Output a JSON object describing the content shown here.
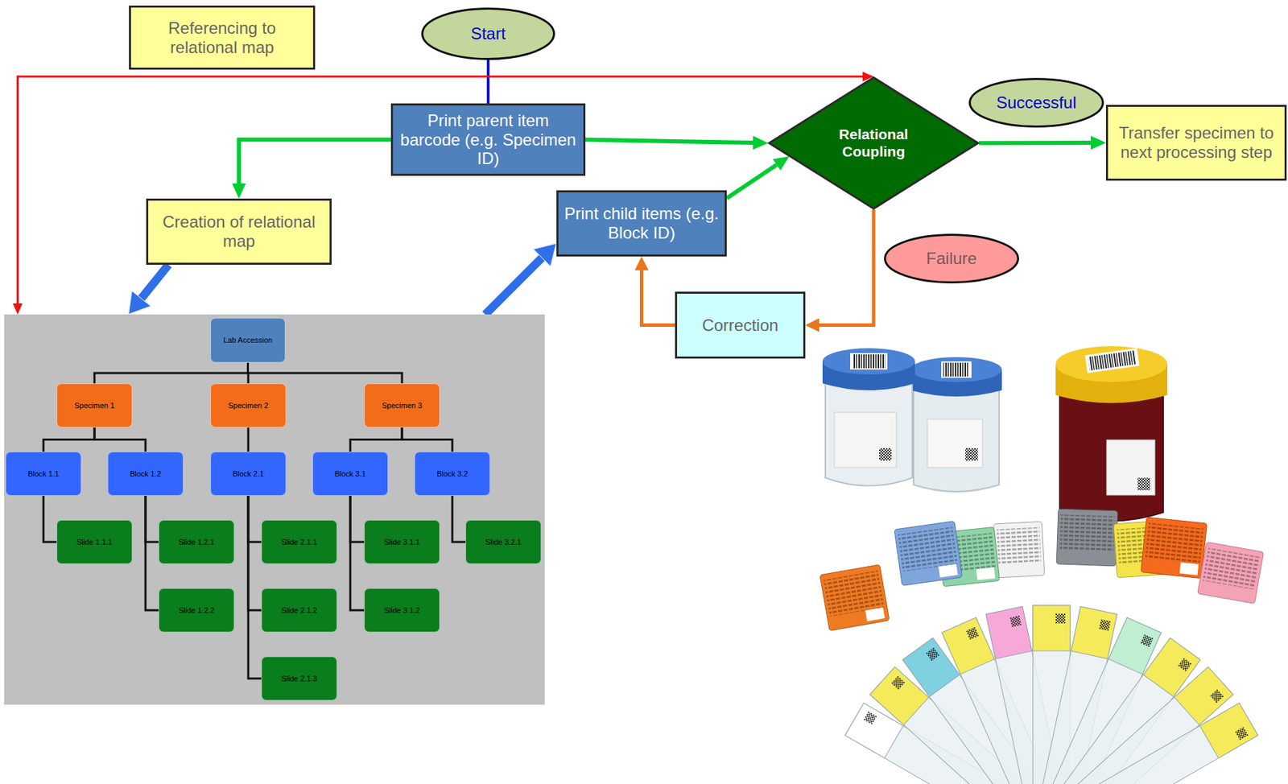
{
  "diagram": {
    "nodes": [
      {
        "text": [
          "Referencing to relational map"
        ]
      },
      {
        "text": [
          "Start"
        ]
      },
      {
        "text": [
          "Print parent item barcode (e.g. Specimen ID)"
        ]
      },
      {
        "text": [
          "Relational Coupling"
        ]
      },
      {
        "text": [
          "Successful"
        ]
      },
      {
        "text": [
          "Transfer specimen to next processing step"
        ]
      },
      {
        "text": [
          "Creation of relational map"
        ]
      },
      {
        "text": [
          "Print child items (e.g. Block ID)"
        ]
      },
      {
        "text": [
          "Failure"
        ]
      },
      {
        "text": [
          "Correction"
        ]
      },
      {
        "text": []
      },
      {
        "text": [
          "Lab Accession"
        ],
        "in": 10
      },
      {
        "text": [
          "Specimen 1"
        ],
        "in": 10
      },
      {
        "text": [
          "Specimen 2"
        ],
        "in": 10
      },
      {
        "text": [
          "Specimen 3"
        ],
        "in": 10
      },
      {
        "text": [
          "Block 1.1"
        ],
        "in": 10
      },
      {
        "text": [
          "Block 1.2"
        ],
        "in": 10
      },
      {
        "text": [
          "Block 2.1"
        ],
        "in": 10
      },
      {
        "text": [
          "Block 3.1"
        ],
        "in": 10
      },
      {
        "text": [
          "Block 3.2"
        ],
        "in": 10
      },
      {
        "text": [
          "Slide 1.1.1"
        ],
        "in": 10
      },
      {
        "text": [
          "Slide 1.2.1"
        ],
        "in": 10
      },
      {
        "text": [
          "Slide 2.1.1"
        ],
        "in": 10
      },
      {
        "text": [
          "Slide 3.1.1"
        ],
        "in": 10
      },
      {
        "text": [
          "Slide 3.2.1"
        ],
        "in": 10
      },
      {
        "text": [
          "Slide 1.2.2"
        ],
        "in": 10
      },
      {
        "text": [
          "Slide 2.1.2"
        ],
        "in": 10
      },
      {
        "text": [
          "Slide 3.1.2"
        ],
        "in": 10
      },
      {
        "text": [
          "Slide 2.1.3"
        ],
        "in": 10
      }
    ],
    "edges": [
      {
        "from": 1,
        "to": 2,
        "arrow": "none"
      },
      {
        "from": 2,
        "to": 6,
        "arrow": "to"
      },
      {
        "from": 2,
        "to": 3,
        "arrow": "to"
      },
      {
        "from": 7,
        "to": 3,
        "arrow": "to"
      },
      {
        "from": 3,
        "to": 5,
        "arrow": "to"
      },
      {
        "from": 3,
        "to": 9,
        "arrow": "to"
      },
      {
        "from": 9,
        "to": 7,
        "arrow": "to"
      },
      {
        "from": 10,
        "to": 3,
        "arrow": "both"
      },
      {
        "from": 6,
        "to": 10,
        "arrow": "to"
      },
      {
        "from": 10,
        "to": 7,
        "arrow": "to"
      },
      {
        "from": 11,
        "to": 12,
        "arrow": "none"
      },
      {
        "from": 11,
        "to": 13,
        "arrow": "none"
      },
      {
        "from": 11,
        "to": 14,
        "arrow": "none"
      },
      {
        "from": 12,
        "to": 15,
        "arrow": "none"
      },
      {
        "from": 12,
        "to": 16,
        "arrow": "none"
      },
      {
        "from": 13,
        "to": 17,
        "arrow": "none"
      },
      {
        "from": 14,
        "to": 18,
        "arrow": "none"
      },
      {
        "from": 14,
        "to": 19,
        "arrow": "none"
      },
      {
        "from": 15,
        "to": 20,
        "arrow": "none"
      },
      {
        "from": 16,
        "to": 21,
        "arrow": "none"
      },
      {
        "from": 16,
        "to": 25,
        "arrow": "none"
      },
      {
        "from": 17,
        "to": 22,
        "arrow": "none"
      },
      {
        "from": 17,
        "to": 26,
        "arrow": "none"
      },
      {
        "from": 17,
        "to": 28,
        "arrow": "none"
      },
      {
        "from": 18,
        "to": 23,
        "arrow": "none"
      },
      {
        "from": 18,
        "to": 27,
        "arrow": "none"
      },
      {
        "from": 19,
        "to": 24,
        "arrow": "none"
      }
    ]
  }
}
